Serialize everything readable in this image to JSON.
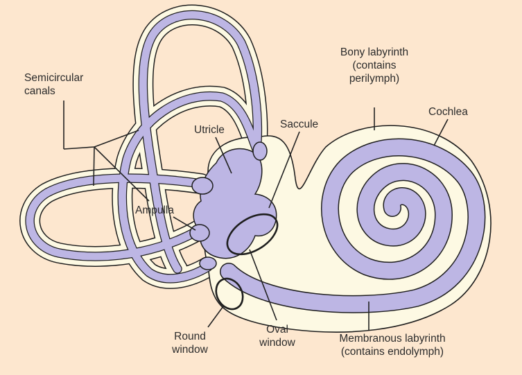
{
  "labels": {
    "semicircular_canals": "Semicircular\ncanals",
    "utricle": "Utricle",
    "saccule": "Saccule",
    "bony_labyrinth": "Bony labyrinth\n(contains\nperilymph)",
    "cochlea": "Cochlea",
    "ampulla": "Ampulla",
    "round_window": "Round\nwindow",
    "oval_window": "Oval\nwindow",
    "membranous_labyrinth": "Membranous labyrinth\n(contains endolymph)"
  },
  "colors": {
    "background": "#fde7cf",
    "bony": "#fdf9e3",
    "membranous": "#bdb6e4",
    "outline": "#1e1e1e",
    "leader": "#222222"
  }
}
